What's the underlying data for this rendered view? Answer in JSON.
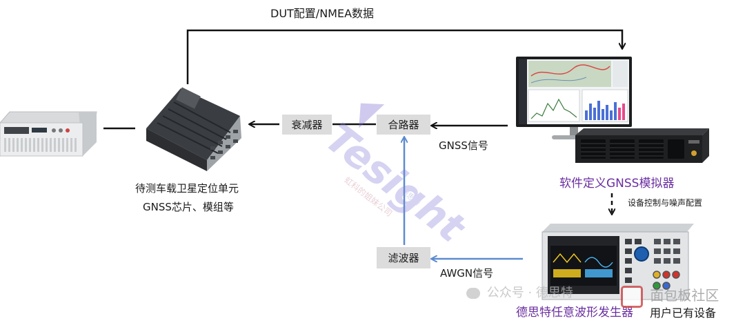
{
  "labels": {
    "top_arrow": "DUT配置/NMEA数据",
    "gnss_signal": "GNSS信号",
    "awgn_signal": "AWGN信号",
    "ctrl_noise": "设备控制与噪声配置",
    "dut_line1": "待测车载卫星定位单元",
    "dut_line2": "GNSS芯片、模组等",
    "simulator": "软件定义GNSS模拟器",
    "awg": "德思特任意波形发生器",
    "user_device": "用户已有设备"
  },
  "boxes": {
    "attenuator": "衰减器",
    "combiner": "合路器",
    "filter": "滤波器"
  },
  "watermark": {
    "brand": "Tesight",
    "brand_cn": "德思特",
    "sub": "虹科的姐妹公司",
    "wechat": "公众号 · 德思特",
    "site": "面包板社区"
  },
  "colors": {
    "accent_purple": "#6a2ea0",
    "blue_arrow": "#5b8bd0",
    "box_gray": "#dcdcdc"
  }
}
